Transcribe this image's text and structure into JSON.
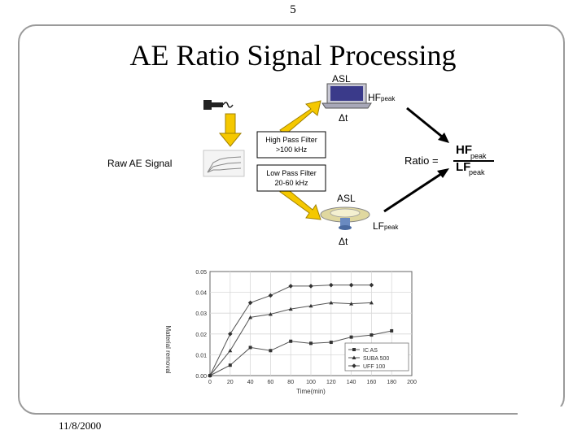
{
  "page_number": "5",
  "title": "AE Ratio Signal Processing",
  "date": "11/8/2000",
  "diagram": {
    "raw_signal_label": "Raw AE Signal",
    "high_pass_filter": [
      "High Pass Filter",
      ">100 kHz"
    ],
    "low_pass_filter": [
      "Low Pass Filter",
      "20-60 kHz"
    ],
    "asl_top": "ASL",
    "asl_bottom": "ASL",
    "hf_label": "HF",
    "hf_sub": "peak",
    "lf_label": "LF",
    "lf_sub": "peak",
    "delta_t_top": "Δt",
    "delta_t_bottom": "Δt",
    "ratio_label": "Ratio =",
    "ratio_numerator": "HF",
    "ratio_numerator_sub": "peak",
    "ratio_denominator": "LF",
    "ratio_denominator_sub": "peak"
  },
  "chart_data": {
    "type": "line",
    "title": "",
    "xlabel": "Time(min)",
    "ylabel": "Material removal",
    "xlim": [
      0,
      200
    ],
    "ylim": [
      0,
      0.05
    ],
    "xticks": [
      "0",
      "20",
      "40",
      "60",
      "80",
      "100",
      "120",
      "140",
      "160",
      "180",
      "200"
    ],
    "yticks": [
      "0.00",
      "0.01",
      "0.02",
      "0.03",
      "0.04",
      "0.05"
    ],
    "grid": true,
    "legend_position": "bottom-right",
    "x": [
      0,
      20,
      40,
      60,
      80,
      100,
      120,
      140,
      160,
      180
    ],
    "series": [
      {
        "name": "IC AS",
        "marker": "square",
        "values": [
          0.0,
          0.005,
          0.0135,
          0.012,
          0.0165,
          0.0155,
          0.016,
          0.0185,
          0.0195,
          0.0215
        ]
      },
      {
        "name": "SUBA 500",
        "marker": "triangle",
        "values": [
          0.0,
          0.012,
          0.028,
          0.0295,
          0.032,
          0.0335,
          0.035,
          0.0345,
          0.035,
          null
        ]
      },
      {
        "name": "UFF 100",
        "marker": "diamond",
        "values": [
          0.0,
          0.02,
          0.035,
          0.0385,
          0.043,
          0.043,
          0.0435,
          0.0435,
          0.0435,
          null
        ]
      }
    ]
  },
  "colors": {
    "frame": "#9a9a9a",
    "arrow_fill": "#f5c800",
    "arrow_stroke": "#a08000",
    "laptop_body": "#c8c8d4",
    "laptop_screen": "#3a3a8a"
  }
}
